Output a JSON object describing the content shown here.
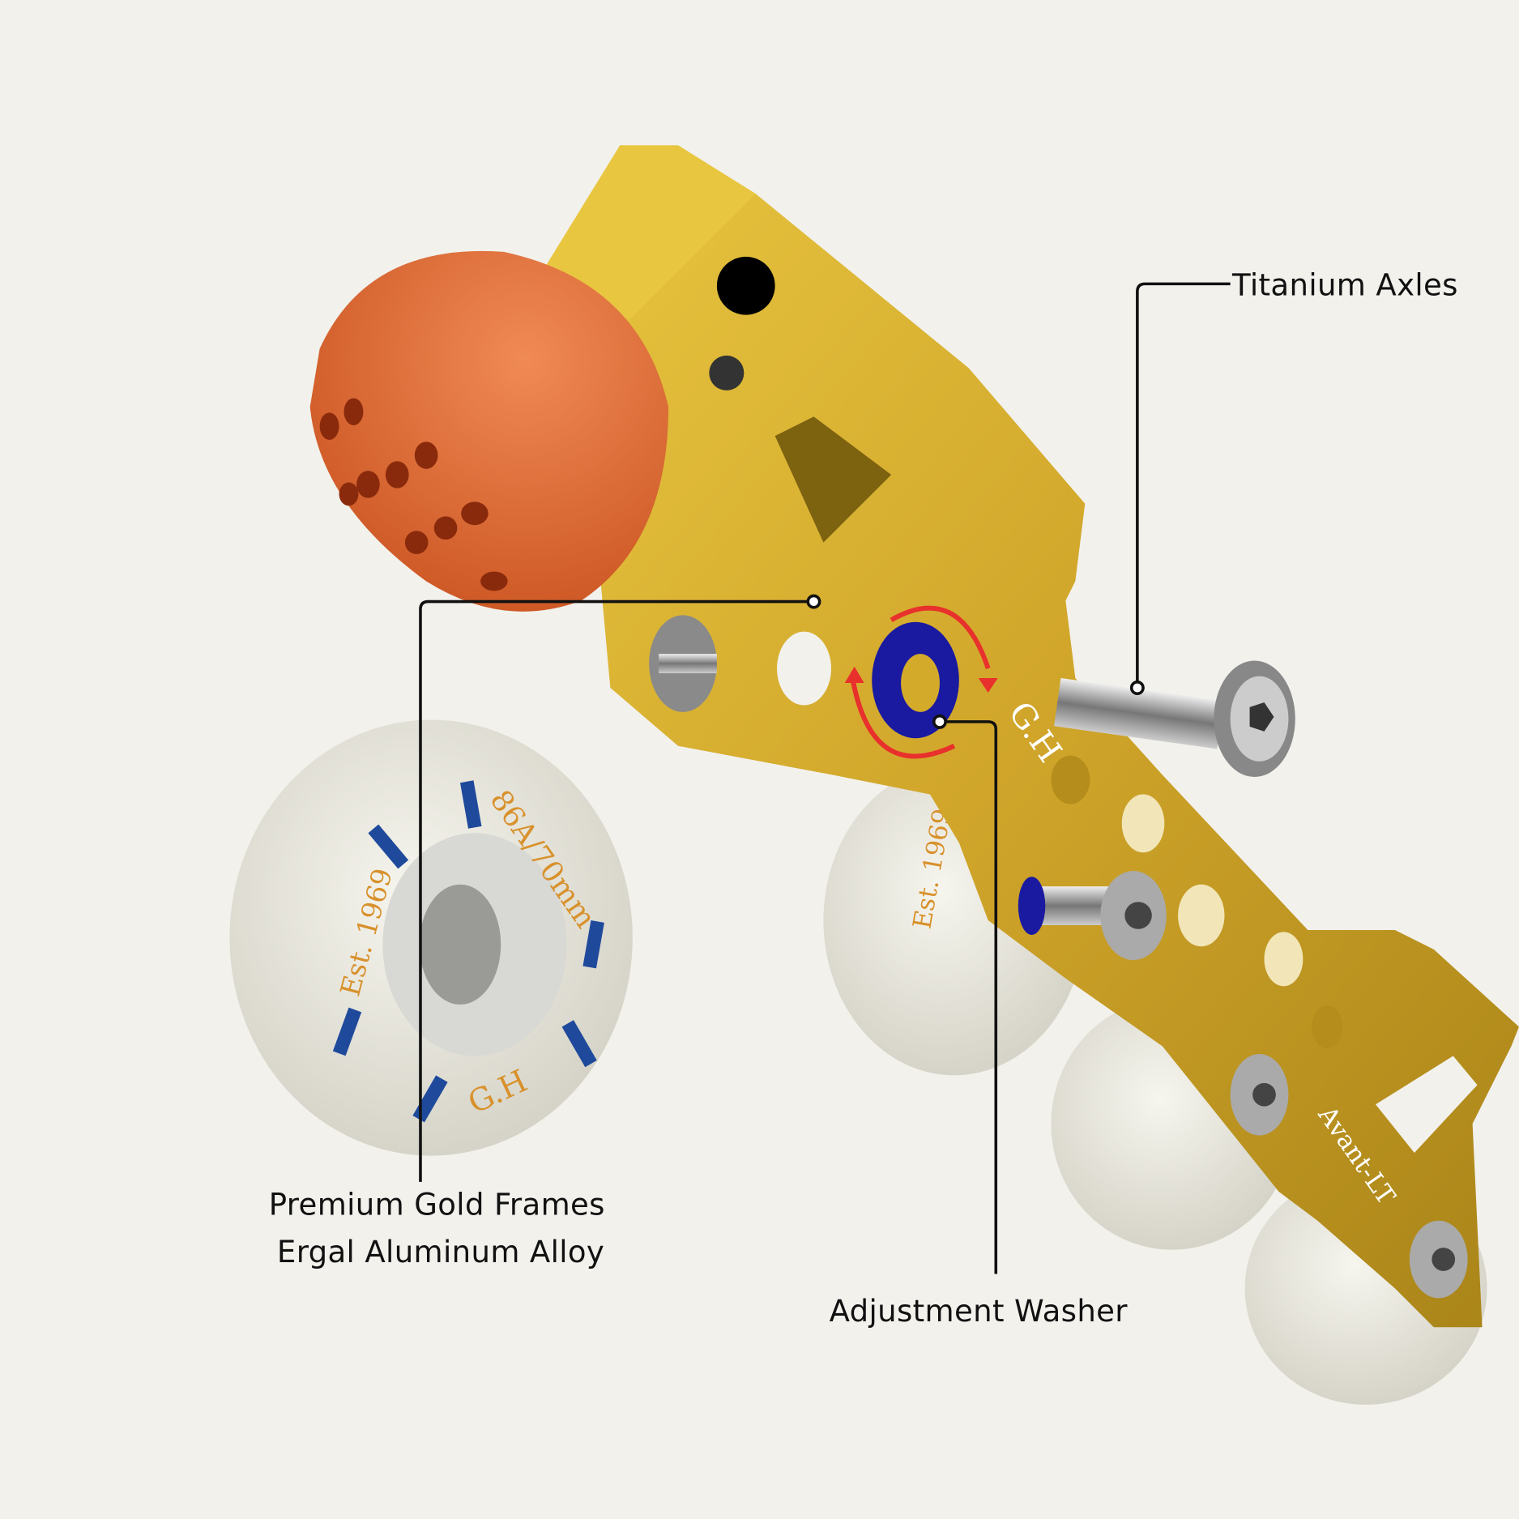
{
  "callouts": {
    "axles": "Titanium Axles",
    "frames_line1": "Premium Gold Frames",
    "frames_line2": "Ergal Aluminum Alloy",
    "washer": "Adjustment Washer"
  },
  "product_markings": {
    "brand": "G.H",
    "established": "Est. 1969",
    "wheel_spec": "86A/70mm",
    "model": "Avant-LT"
  },
  "colors": {
    "background": "#f2f1ec",
    "frame_gold": "#d4aa2a",
    "brake_orange": "#e06a32",
    "wheel_white": "#ecebe2",
    "washer_blue": "#1a1aa0",
    "arrow_red": "#e8302c",
    "wheel_blue": "#1f4a9c",
    "wheel_orange": "#d8912c"
  }
}
